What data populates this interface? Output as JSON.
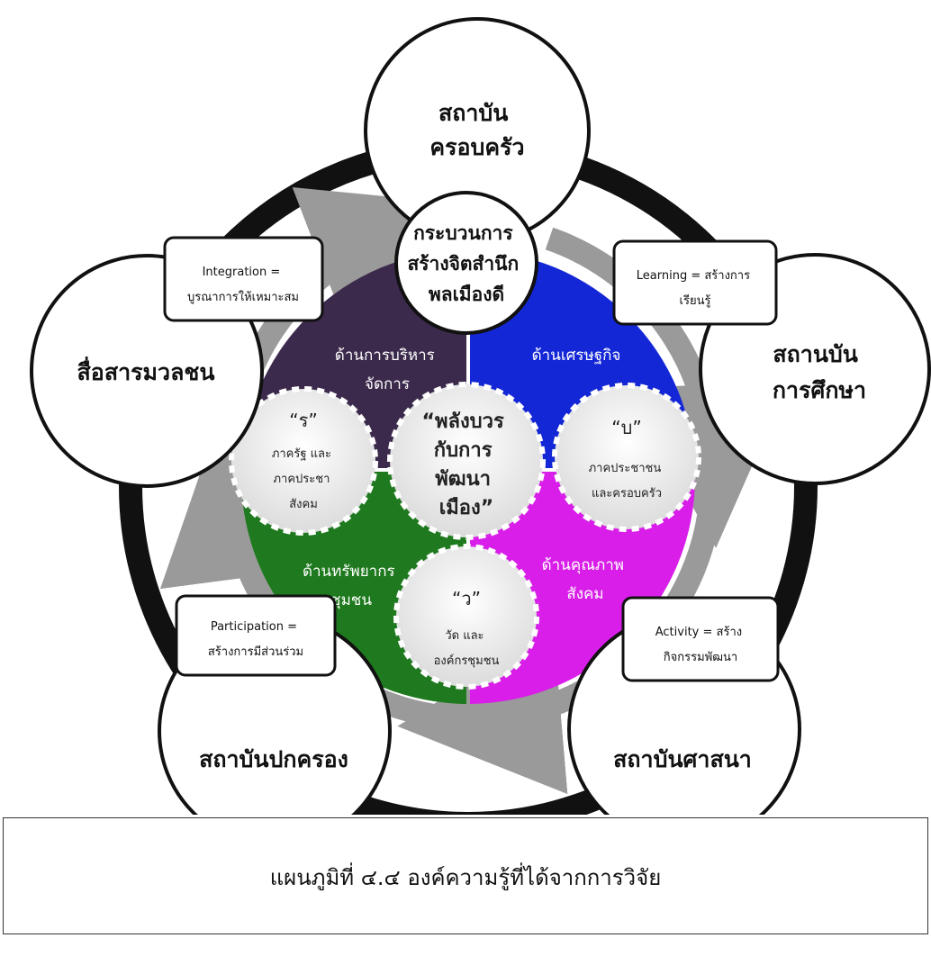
{
  "outer_circles": {
    "family": [
      "สถาบัน",
      "ครอบครัว"
    ],
    "education": [
      "สถานบัน",
      "การศึกษา"
    ],
    "religion": [
      "สถาบันศาสนา"
    ],
    "governance": [
      "สถาบันปกครอง"
    ],
    "media": [
      "สื่อสารมวลชน"
    ]
  },
  "top_center": [
    "กระบวนการ",
    "สร้างจิตสำนึก",
    "พลเมืองดี"
  ],
  "quadrants": {
    "management": {
      "label": [
        "ด้านการบริหาร",
        "จัดการ"
      ],
      "color": "#3c2a4c"
    },
    "economy": {
      "label": [
        "ด้านเศรษฐกิจ"
      ],
      "color": "#1427d6"
    },
    "resources": {
      "label": [
        "ด้านทรัพยากร",
        "ชุมชน"
      ],
      "color": "#1f7a1f"
    },
    "social": {
      "label": [
        "ด้านคุณภาพ",
        "สังคม"
      ],
      "color": "#d81ee8"
    }
  },
  "cogs": {
    "r": {
      "letter": "“ร”",
      "text": [
        "ภาครัฐ และ",
        "ภาคประชา",
        "สังคม"
      ]
    },
    "b": {
      "letter": "“บ”",
      "text": [
        "ภาคประชาชน",
        "และครอบครัว"
      ]
    },
    "w": {
      "letter": "“ว”",
      "text": [
        "วัด และ",
        "องค์กรชุมชน"
      ]
    }
  },
  "hub": [
    "“พลังบวร",
    "กับการ",
    "พัฒนา",
    "เมือง”"
  ],
  "boxes": {
    "integration": [
      "Integration =",
      "บูรณาการให้เหมาะสม"
    ],
    "learning": [
      "Learning = สร้างการ",
      "เรียนรู้"
    ],
    "participation": [
      "Participation =",
      "สร้างการมีส่วนร่วม"
    ],
    "activity": [
      "Activity =  สร้าง",
      "กิจกรรมพัฒนา"
    ]
  },
  "caption": "แผนภูมิที่ ๔.๔ องค์ความรู้ที่ได้จากการวิจัย"
}
